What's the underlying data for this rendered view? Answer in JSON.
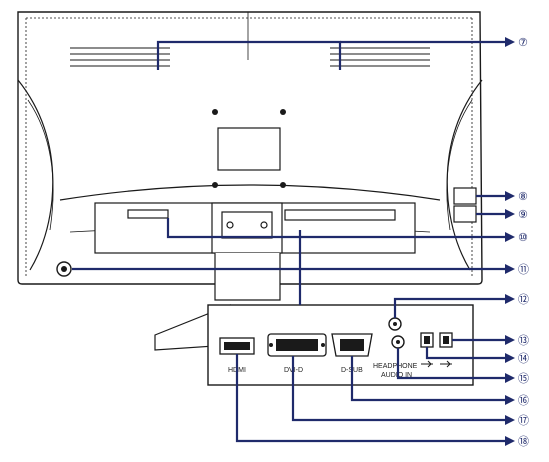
{
  "callouts": [
    {
      "id": "7",
      "label": "⑦"
    },
    {
      "id": "8",
      "label": "⑧"
    },
    {
      "id": "9",
      "label": "⑨"
    },
    {
      "id": "10",
      "label": "⑩"
    },
    {
      "id": "11",
      "label": "⑪"
    },
    {
      "id": "12",
      "label": "⑫"
    },
    {
      "id": "13",
      "label": "⑬"
    },
    {
      "id": "14",
      "label": "⑭"
    },
    {
      "id": "15",
      "label": "⑮"
    },
    {
      "id": "16",
      "label": "⑯"
    },
    {
      "id": "17",
      "label": "⑰"
    },
    {
      "id": "18",
      "label": "⑱"
    }
  ],
  "ports": {
    "hdmi": "HDMI",
    "dvi": "DVI-D",
    "dsub": "D-SUB",
    "headphone": "HEADPHONE",
    "audio_in": "AUDIO IN"
  },
  "colors": {
    "callout_line": "#1f2a6b",
    "outline": "#1a1a1a",
    "background": "#ffffff"
  }
}
